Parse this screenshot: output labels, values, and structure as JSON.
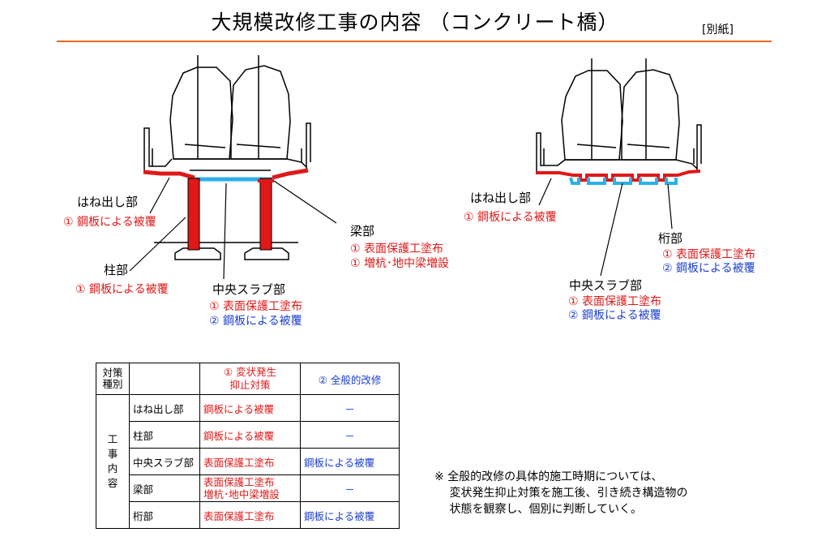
{
  "header": {
    "title": "大規模改修工事の内容 （コンクリート橋）",
    "tag": "[別紙]"
  },
  "colors": {
    "accent_rule": "#e8691a",
    "red": "#e01818",
    "blue": "#1c3fd0"
  },
  "left_diagram": {
    "overhang": {
      "label": "はね出し部",
      "item": "① 鋼板による被覆"
    },
    "column": {
      "label": "柱部",
      "item": "① 鋼板による被覆"
    },
    "center_slab": {
      "label": "中央スラブ部",
      "item1": "① 表面保護工塗布",
      "item2": "② 鋼板による被覆"
    },
    "beam": {
      "label": "梁部",
      "item1": "① 表面保護工塗布",
      "item2": "① 増杭･地中梁増設"
    }
  },
  "right_diagram": {
    "overhang": {
      "label": "はね出し部",
      "item": "① 鋼板による被覆"
    },
    "girder": {
      "label": "桁部",
      "item1": "① 表面保護工塗布",
      "item2": "② 鋼板による被覆"
    },
    "center_slab": {
      "label": "中央スラブ部",
      "item1": "① 表面保護工塗布",
      "item2": "② 鋼板による被覆"
    }
  },
  "table": {
    "corner": "対策\n種別",
    "col1": "① 変状発生\n抑止対策",
    "col2": "② 全般的改修",
    "group_label": "工\n事\n内\n容",
    "rows": [
      {
        "part": "はね出し部",
        "c1": "鋼板による被覆",
        "c2": "－"
      },
      {
        "part": "柱部",
        "c1": "鋼板による被覆",
        "c2": "－"
      },
      {
        "part": "中央スラブ部",
        "c1": "表面保護工塗布",
        "c2": "鋼板による被覆"
      },
      {
        "part": "梁部",
        "c1": "表面保護工塗布\n増杭･地中梁増設",
        "c2": "－"
      },
      {
        "part": "桁部",
        "c1": "表面保護工塗布",
        "c2": "鋼板による被覆"
      }
    ]
  },
  "note": {
    "line1": "※ 全般的改修の具体的施工時期については、",
    "line2": "　 変状発生抑止対策を施工後、引き続き構造物の",
    "line3": "　 状態を観察し、個別に判断していく。"
  }
}
